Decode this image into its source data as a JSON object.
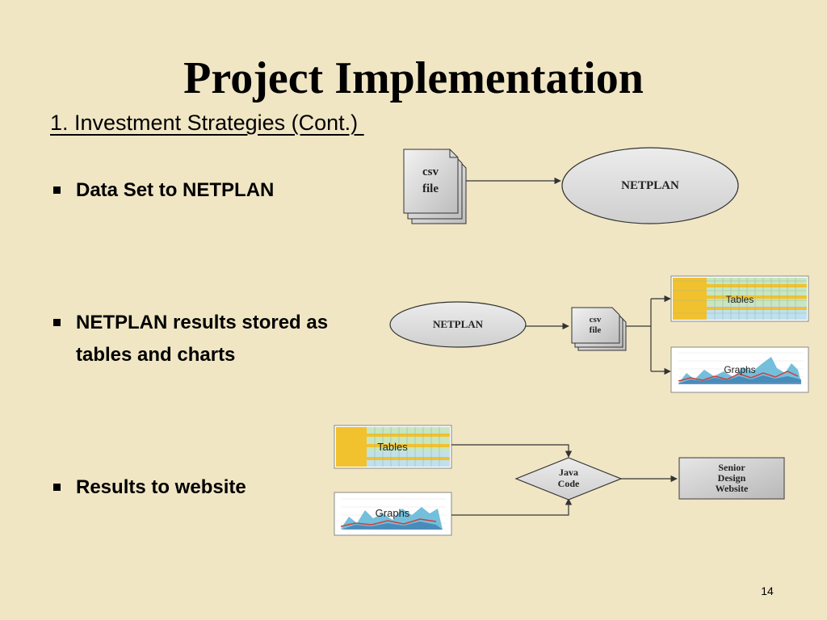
{
  "slide": {
    "title": "Project Implementation",
    "subtitle": "1. Investment Strategies (Cont.) ",
    "page_number": "14"
  },
  "bullets": [
    {
      "lines": [
        "Data Set to NETPLAN"
      ]
    },
    {
      "lines": [
        "NETPLAN results stored as",
        "tables and charts"
      ]
    },
    {
      "lines": [
        "Results to website"
      ]
    }
  ],
  "diagram": {
    "row1": {
      "csv_line1": "csv",
      "csv_line2": "file",
      "netplan": "NETPLAN"
    },
    "row2": {
      "netplan": "NETPLAN",
      "csv_line1": "csv",
      "csv_line2": "file",
      "tables": "Tables",
      "graphs": "Graphs"
    },
    "row3": {
      "tables": "Tables",
      "graphs": "Graphs",
      "java_line1": "Java",
      "java_line2": "Code",
      "website_line1": "Senior",
      "website_line2": "Design",
      "website_line3": "Website"
    }
  },
  "colors": {
    "background": "#f0e6c4",
    "ellipse_fill": "#dcdcdc",
    "table_yellow": "#f2c12e",
    "table_green": "#c8e6c0",
    "table_blue": "#bfe0ef",
    "graph_area": "#5ab4d6",
    "graph_line": "#d23c3c"
  }
}
